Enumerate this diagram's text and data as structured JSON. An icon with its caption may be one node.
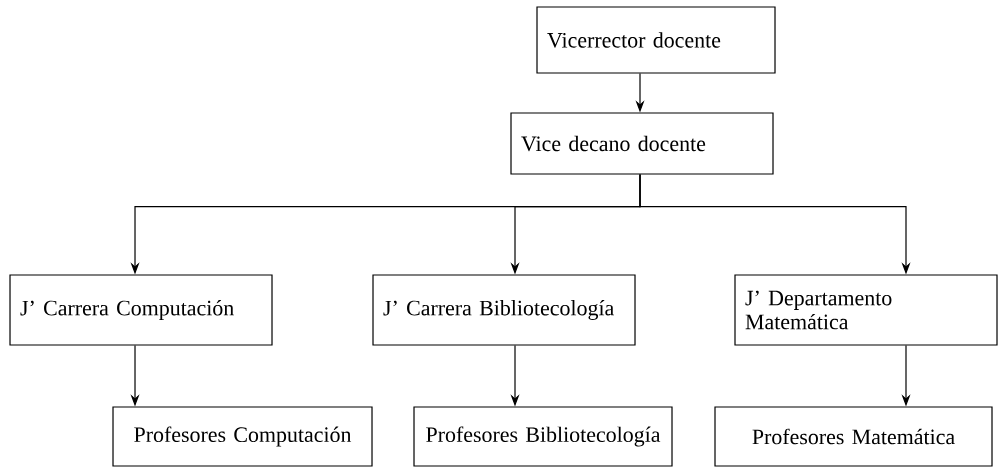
{
  "diagram": {
    "nodes": [
      {
        "text": [
          "Vicerrector docente"
        ]
      },
      {
        "text": [
          "Vice decano docente"
        ]
      },
      {
        "text": [
          "J’ Carrera Computación"
        ]
      },
      {
        "text": [
          "J’ Carrera Bibliotecología"
        ]
      },
      {
        "text": [
          "J’ Departamento Matemática"
        ]
      },
      {
        "text": [
          "Profesores Computación"
        ]
      },
      {
        "text": [
          "Profesores Bibliotecología"
        ]
      },
      {
        "text": [
          "Profesores Matemática"
        ]
      }
    ],
    "edges": [
      {
        "from": 0,
        "to": 1,
        "arrow": "to"
      },
      {
        "from": 1,
        "to": 2,
        "arrow": "to"
      },
      {
        "from": 1,
        "to": 3,
        "arrow": "to"
      },
      {
        "from": 1,
        "to": 4,
        "arrow": "to"
      },
      {
        "from": 2,
        "to": 5,
        "arrow": "to"
      },
      {
        "from": 3,
        "to": 6,
        "arrow": "to"
      },
      {
        "from": 4,
        "to": 7,
        "arrow": "to"
      }
    ]
  }
}
